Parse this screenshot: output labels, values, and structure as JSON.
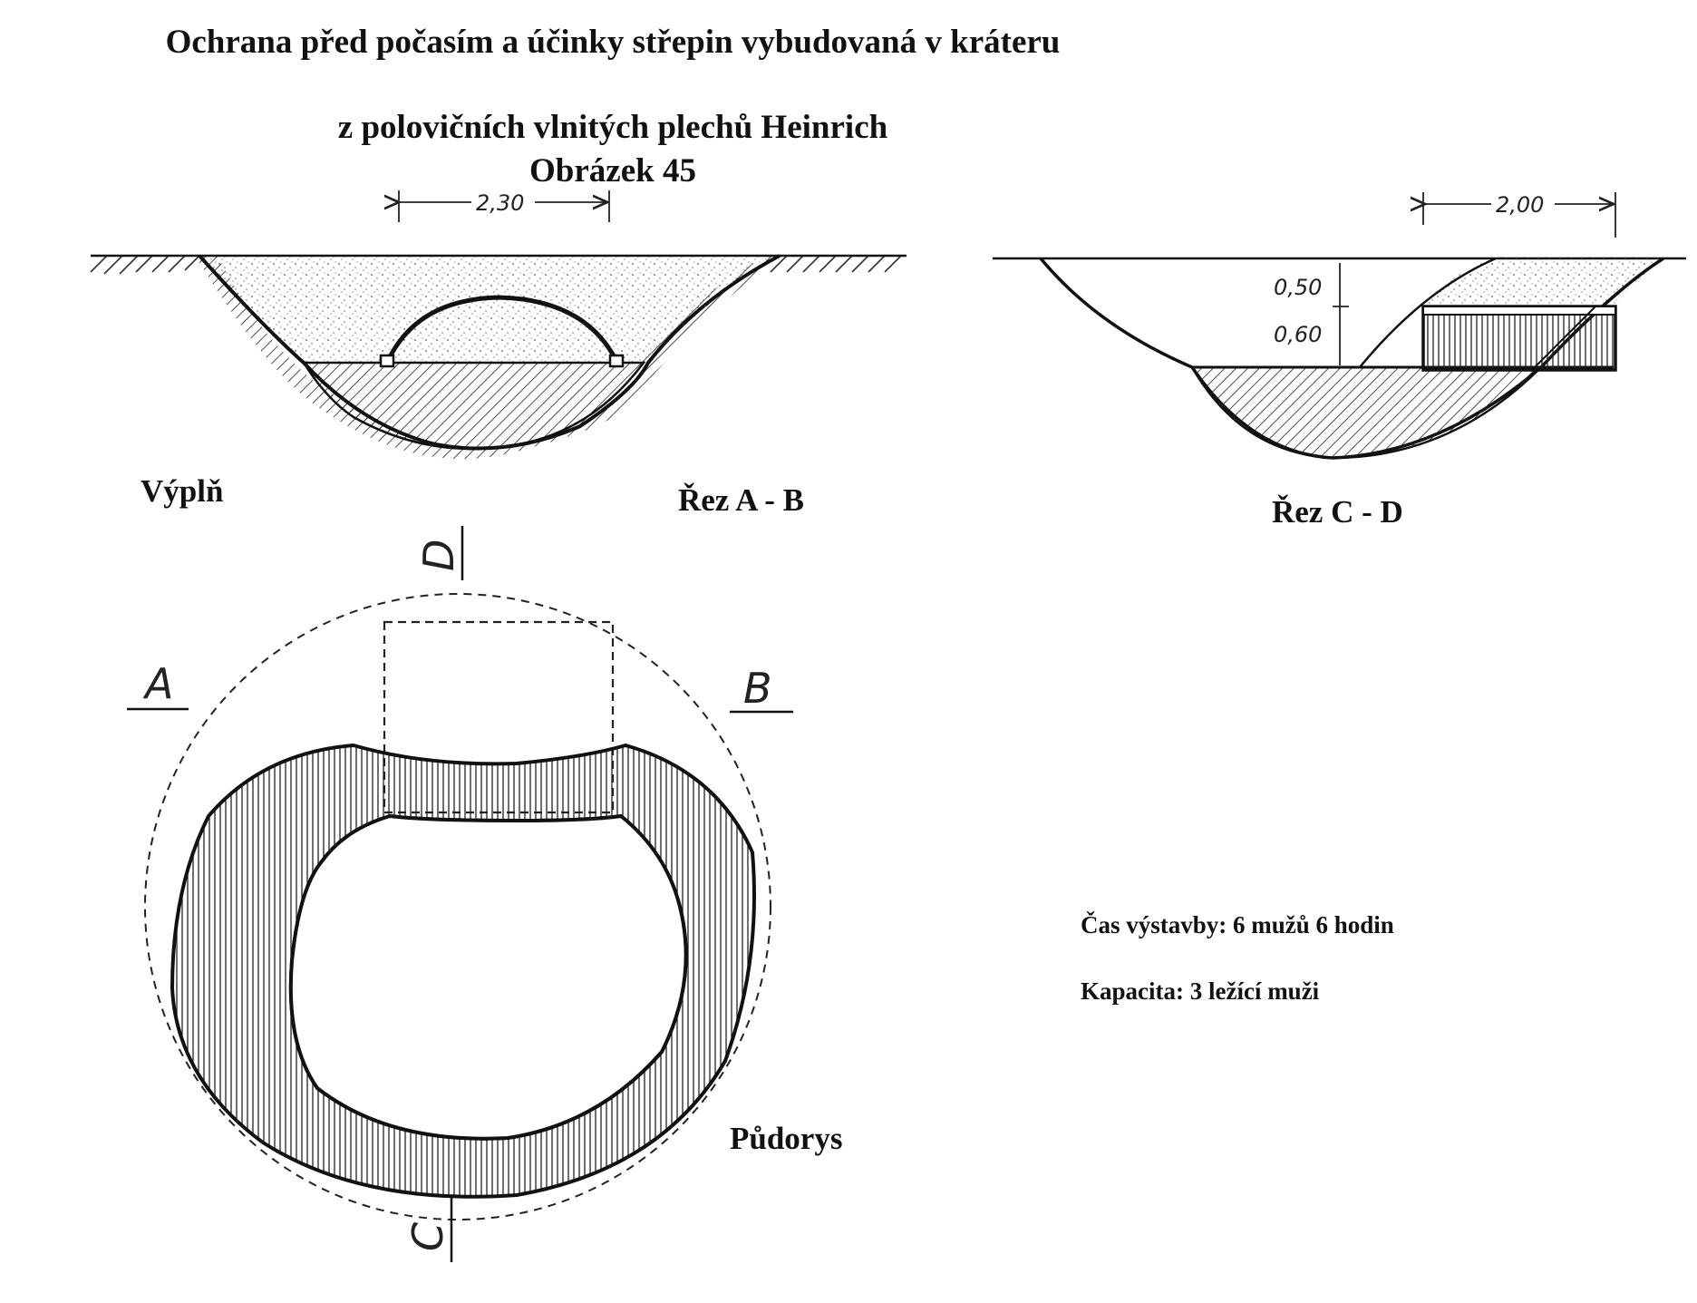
{
  "title": {
    "line1": "Ochrana před počasím a účinky střepin vybudovaná v kráteru",
    "line2": "z polovičních vlnitých plechů Heinrich",
    "line3": "Obrázek 45"
  },
  "labels": {
    "fill": "Výplň",
    "section_ab": "Řez A - B",
    "section_cd": "Řez C - D",
    "plan": "Půdorys"
  },
  "dimensions": {
    "ab_width": "2,30",
    "cd_width": "2,00",
    "cd_cover": "0,50",
    "cd_height": "0,60"
  },
  "section_marks": {
    "a": "A",
    "b": "B",
    "c": "C",
    "d": "D"
  },
  "notes": {
    "construction_time": "Čas výstavby: 6 mužů 6 hodin",
    "capacity": "Kapacita: 3 ležící muži"
  }
}
